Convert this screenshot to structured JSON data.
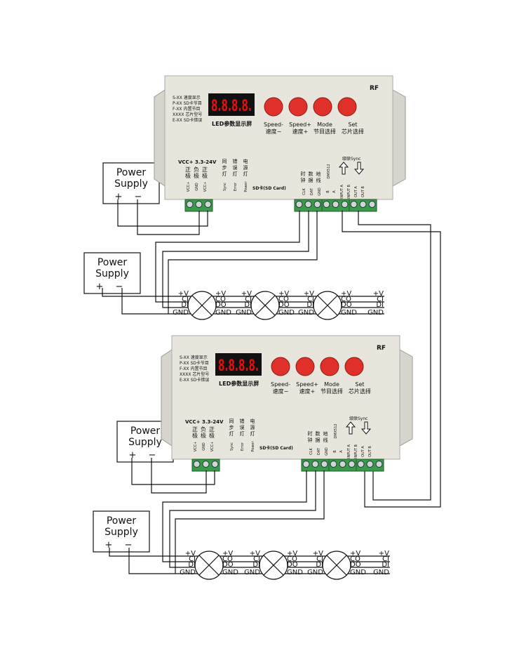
{
  "power_supply": {
    "title_line1": "Power",
    "title_line2": "Supply",
    "plus": "+",
    "minus": "−"
  },
  "controller": {
    "rf": "RF",
    "display_digits": "8.8.8.8.",
    "display_label": "LED参数显示屏",
    "legend": [
      "S-XX 速度显示",
      "P-XX SD卡节目",
      "F-XX 内置节目",
      "XXXX 芯片型号",
      "E-XX SD卡错误"
    ],
    "buttons": [
      {
        "en": "Speed-",
        "cn": "速度−"
      },
      {
        "en": "Speed+",
        "cn": "速度+"
      },
      {
        "en": "Mode",
        "cn": "节目选择"
      },
      {
        "en": "Set",
        "cn": "芯片选择"
      }
    ],
    "voltage_label": "VCC+ 3.3-24V",
    "power_cols": [
      [
        "正",
        "极",
        "VCC+"
      ],
      [
        "负",
        "极",
        "GND"
      ],
      [
        "正",
        "极",
        "VCC+"
      ]
    ],
    "indicator_cols": [
      [
        "同",
        "步",
        "灯",
        "Sync"
      ],
      [
        "错",
        "误",
        "灯",
        "Error"
      ],
      [
        "电",
        "源",
        "灯",
        "Power"
      ]
    ],
    "sd_label": "SD卡(SD Card)",
    "signal_cols": [
      [
        "时",
        "钟",
        "CLK"
      ],
      [
        "数",
        "据",
        "DAT"
      ],
      [
        "地",
        "线",
        "GND"
      ]
    ],
    "dmx_label": "DMX512",
    "dmx_pins": [
      "B",
      "A"
    ],
    "sync_label": "级联Sync",
    "sync_pins": [
      "INPUT A",
      "INPUT B",
      "OUT A",
      "OUT B"
    ]
  },
  "led_strip": {
    "in_labels": [
      "+V",
      "CI",
      "DI",
      "GND"
    ],
    "out_labels": [
      "+V",
      "CO",
      "DO",
      "GND"
    ]
  }
}
